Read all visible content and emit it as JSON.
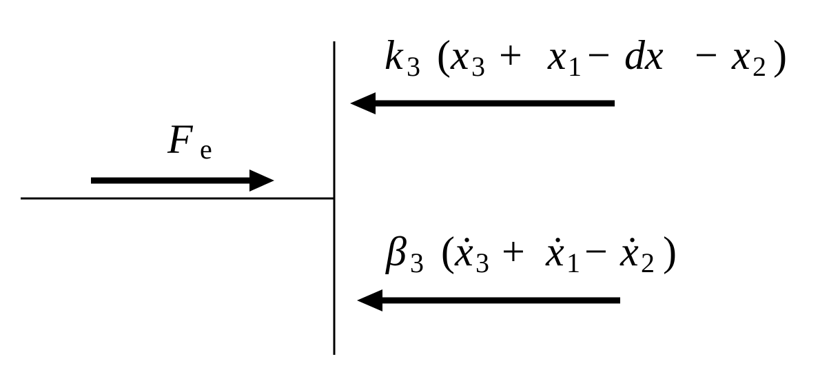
{
  "force_left": {
    "symbol": "F",
    "subscript": "e"
  },
  "spring_force": {
    "coef": "k",
    "coef_sub": "3",
    "open": "(",
    "x3": "x",
    "x3_sub": "3",
    "plus": "+",
    "x1": "x",
    "x1_sub": "1",
    "minus1": "−",
    "dx": "dx",
    "minus2": "−",
    "x2": "x",
    "x2_sub": "2",
    "close": ")"
  },
  "damper_force": {
    "coef": "β",
    "coef_sub": "3",
    "open": "(",
    "xd3": "ẋ",
    "xd3_sub": "3",
    "plus": "+",
    "xd1": "ẋ",
    "xd1_sub": "1",
    "minus": "−",
    "xd2": "ẋ",
    "xd2_sub": "2",
    "close": ")"
  }
}
